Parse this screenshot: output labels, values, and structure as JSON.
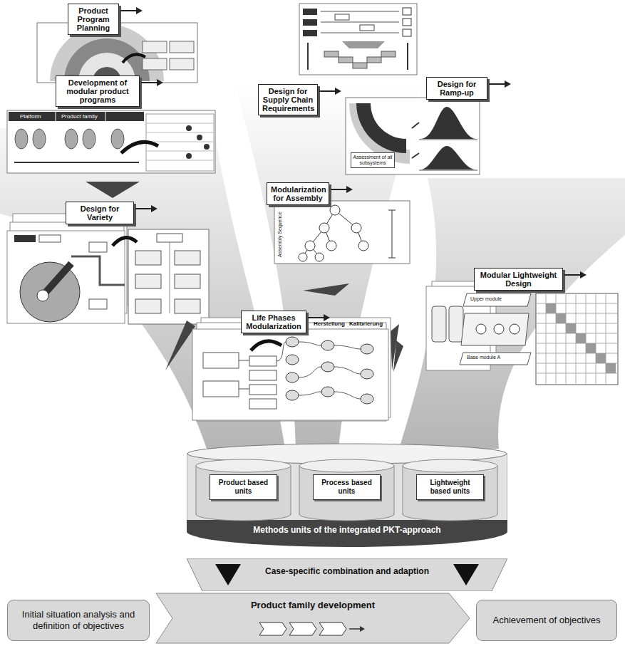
{
  "diagram": {
    "nodes": [
      {
        "text": [
          "Product Program Planning"
        ]
      },
      {
        "text": [
          "Design for Supply Chain Requirements"
        ]
      },
      {
        "text": [
          "Development of modular product programs"
        ]
      },
      {
        "text": [
          "Design for Ramp-up"
        ]
      },
      {
        "text": [
          "Design for Variety"
        ]
      },
      {
        "text": [
          "Modularization for Assembly"
        ]
      },
      {
        "text": [
          "Modular Lightweight Design"
        ]
      },
      {
        "text": [
          "Life Phases Modularization"
        ]
      },
      {
        "text": [
          "Methods units of the integrated PKT-approach"
        ]
      },
      {
        "text": [
          "Product based units"
        ],
        "in": 8
      },
      {
        "text": [
          "Process based units"
        ],
        "in": 8
      },
      {
        "text": [
          "Lightweight based units"
        ],
        "in": 8
      },
      {
        "text": [
          "Case-specific combination and adaption"
        ]
      },
      {
        "text": [
          "Initial situation analysis and definition of objectives"
        ]
      },
      {
        "text": [
          "Product family development"
        ]
      },
      {
        "text": [
          "Achievement of objectives"
        ]
      }
    ],
    "labels": [
      "Platform",
      "Product family",
      "Assessment of all subsystems",
      "Assembly Sequence",
      "Herstellung",
      "Kalibrierung",
      "Upper module",
      "Base module A"
    ]
  }
}
